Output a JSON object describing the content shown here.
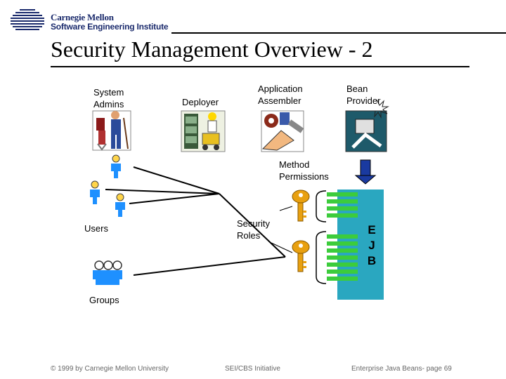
{
  "header": {
    "org_line1": "Carnegie Mellon",
    "org_line2": "Software Engineering Institute"
  },
  "title": "Security Management Overview - 2",
  "roles": {
    "system_admins": "System\nAdmins",
    "deployer": "Deployer",
    "application_assembler": "Application\nAssembler",
    "bean_provider": "Bean\nProvider"
  },
  "labels": {
    "method_permissions": "Method\nPermissions",
    "users": "Users",
    "security_roles": "Security\nRoles",
    "groups": "Groups"
  },
  "ejb": {
    "letters": [
      "E",
      "J",
      "B"
    ]
  },
  "footer": {
    "copyright": "© 1999 by Carnegie Mellon University",
    "initiative": "SEI/CBS Initiative",
    "page": "Enterprise Java Beans- page 69"
  },
  "colors": {
    "brand_blue": "#1a2a6c",
    "user_blue": "#1e90ff",
    "key_gold": "#e8a010",
    "ejb_teal": "#2aa7c0",
    "method_green": "#3ccc3c"
  },
  "icons": [
    "janitor-clipart",
    "deployer-clipart",
    "assembler-clipart",
    "bean-provider-clipart",
    "user-icon",
    "key-icon",
    "down-arrow-icon"
  ]
}
